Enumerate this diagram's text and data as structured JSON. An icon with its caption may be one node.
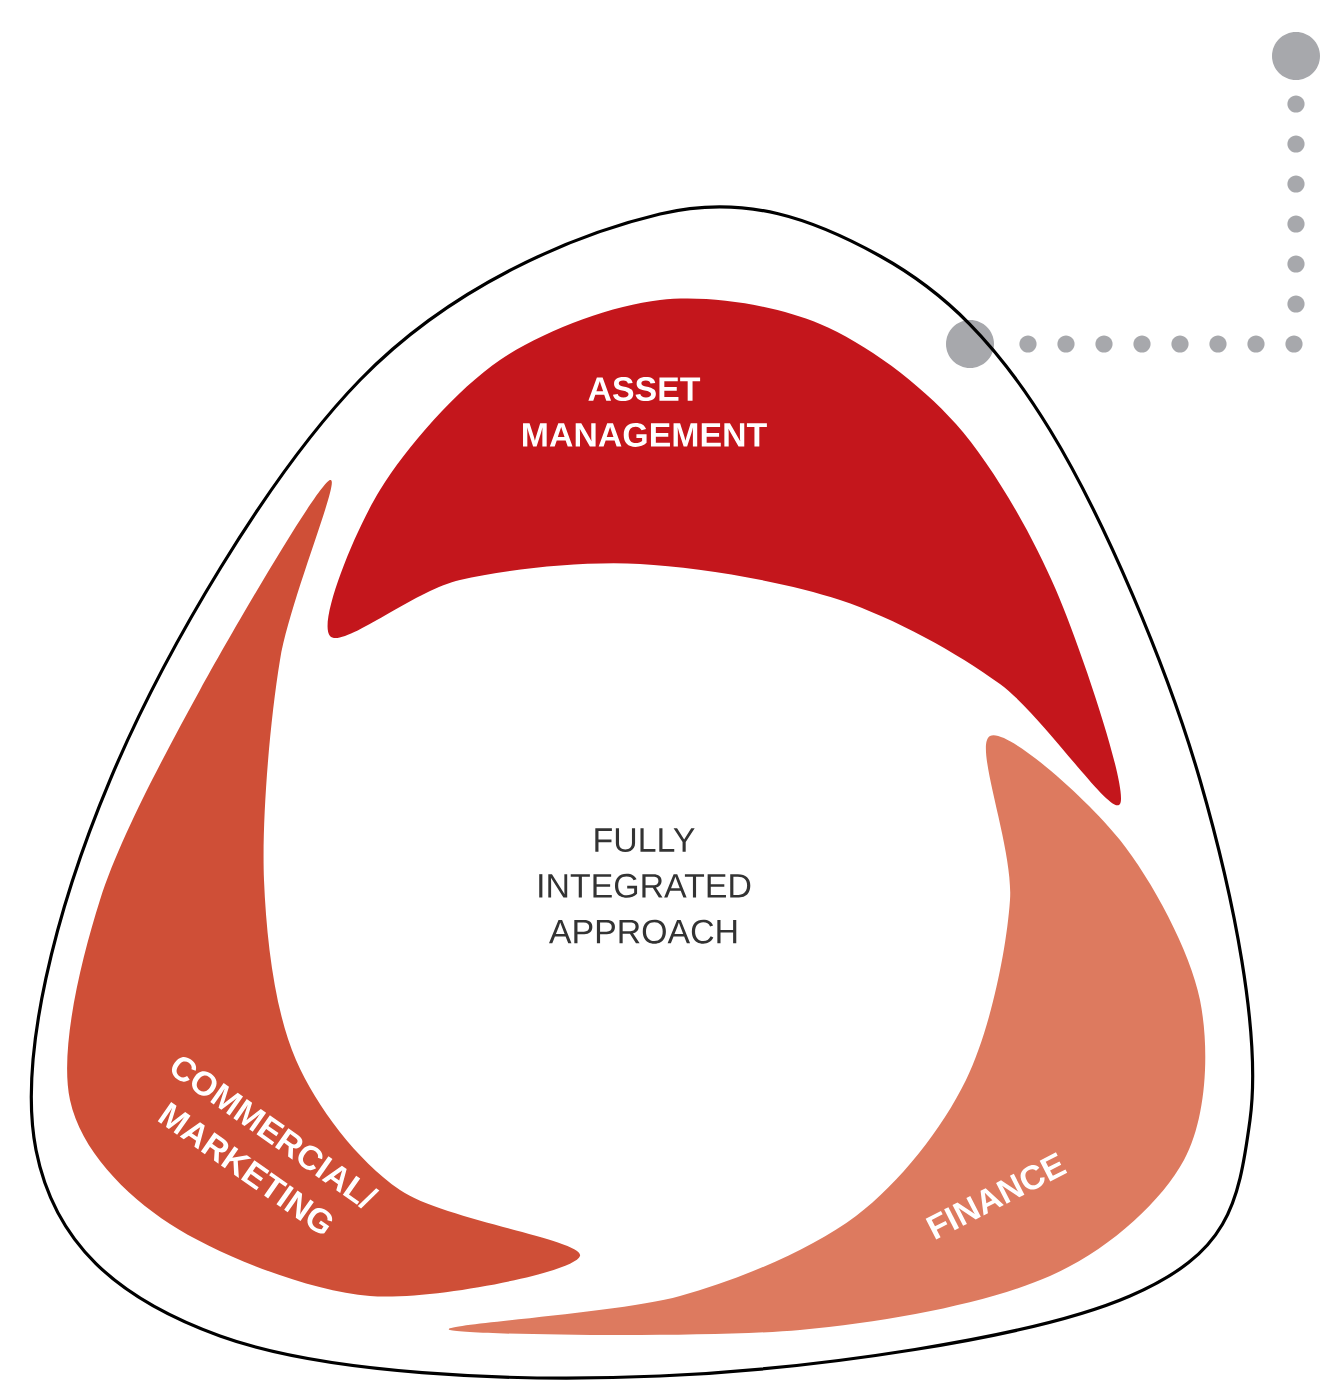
{
  "diagram": {
    "nodes": [
      {
        "text": [
          "FULLY INTEGRATED APPROACH"
        ]
      },
      {
        "text": [
          "ASSET MANAGEMENT"
        ],
        "in": 0
      },
      {
        "text": [
          "COMMERCIAL/ MARKETING"
        ],
        "in": 0
      },
      {
        "text": [
          "FINANCE"
        ],
        "in": 0
      }
    ]
  }
}
